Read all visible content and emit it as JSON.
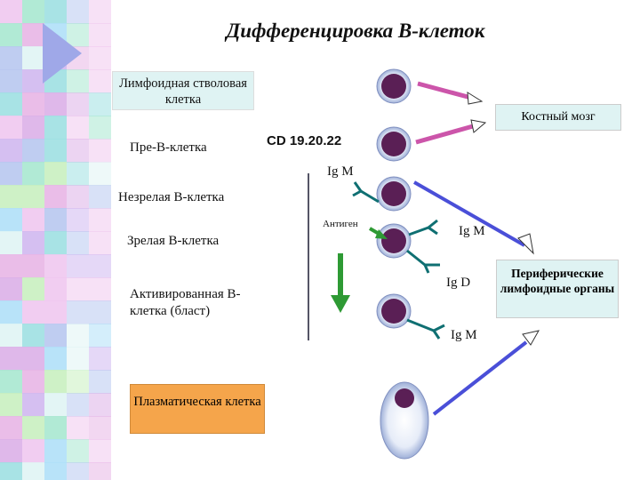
{
  "title": "Дифференцировка В-клеток",
  "stages": {
    "lymphoid_stem_cell": "Лимфоидная стволовая клетка",
    "pre_b_cell": "Пре-В-клетка",
    "immature_b_cell": "Незрелая В-клетка",
    "mature_b_cell": "Зрелая В-клетка",
    "activated_b_cell": "Активированная В-клетка (бласт)",
    "plasma_cell": "Плазматическая клетка"
  },
  "markers": {
    "cd": "CD 19.20.22",
    "ig_m_1": "Ig M",
    "antigen": "Антиген",
    "ig_m_2": "Ig M",
    "ig_d": "Ig D",
    "ig_m_3": "Ig M"
  },
  "locations": {
    "bone_marrow": "Костный мозг",
    "peripheral_organs": "Периферические лимфоидные органы"
  },
  "colors": {
    "cell_fill": "#5a1f55",
    "cell_ring": "#c8d6f0",
    "receptor": "#0f6f72",
    "magenta_arrow": "#cc55aa",
    "blue_arrow": "#4a4fd8",
    "green_arrow": "#2e9a34",
    "plasma_box": "#f5a54b",
    "label_box": "#dff3f3"
  }
}
